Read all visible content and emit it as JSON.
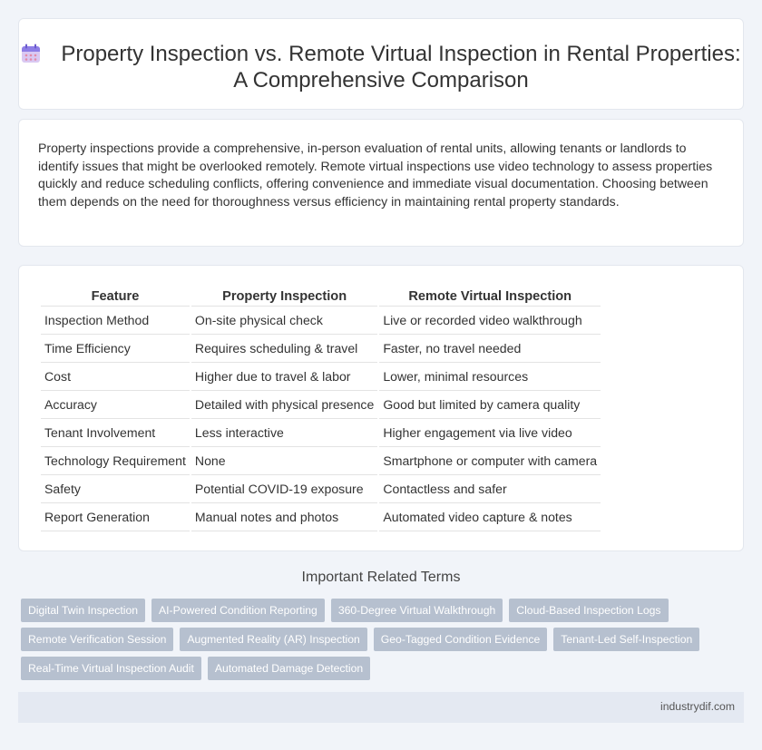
{
  "header": {
    "title": "Property Inspection vs. Remote Virtual Inspection in Rental Properties: A Comprehensive Comparison",
    "icon": "calendar-icon"
  },
  "intro": {
    "text": "Property inspections provide a comprehensive, in-person evaluation of rental units, allowing tenants or landlords to identify issues that might be overlooked remotely. Remote virtual inspections use video technology to assess properties quickly and reduce scheduling conflicts, offering convenience and immediate visual documentation. Choosing between them depends on the need for thoroughness versus efficiency in maintaining rental property standards."
  },
  "table": {
    "headers": [
      "Feature",
      "Property Inspection",
      "Remote Virtual Inspection"
    ],
    "rows": [
      [
        "Inspection Method",
        "On-site physical check",
        "Live or recorded video walkthrough"
      ],
      [
        "Time Efficiency",
        "Requires scheduling & travel",
        "Faster, no travel needed"
      ],
      [
        "Cost",
        "Higher due to travel & labor",
        "Lower, minimal resources"
      ],
      [
        "Accuracy",
        "Detailed with physical presence",
        "Good but limited by camera quality"
      ],
      [
        "Tenant Involvement",
        "Less interactive",
        "Higher engagement via live video"
      ],
      [
        "Technology Requirement",
        "None",
        "Smartphone or computer with camera"
      ],
      [
        "Safety",
        "Potential COVID-19 exposure",
        "Contactless and safer"
      ],
      [
        "Report Generation",
        "Manual notes and photos",
        "Automated video capture & notes"
      ]
    ]
  },
  "terms": {
    "title": "Important Related Terms",
    "items": [
      "Digital Twin Inspection",
      "AI-Powered Condition Reporting",
      "360-Degree Virtual Walkthrough",
      "Cloud-Based Inspection Logs",
      "Remote Verification Session",
      "Augmented Reality (AR) Inspection",
      "Geo-Tagged Condition Evidence",
      "Tenant-Led Self-Inspection",
      "Real-Time Virtual Inspection Audit",
      "Automated Damage Detection"
    ]
  },
  "footer": {
    "site": "industrydif.com"
  },
  "colors": {
    "page_bg": "#f1f4f9",
    "tag_bg": "#b6c0cf",
    "footer_bg": "#e4e9f2"
  }
}
